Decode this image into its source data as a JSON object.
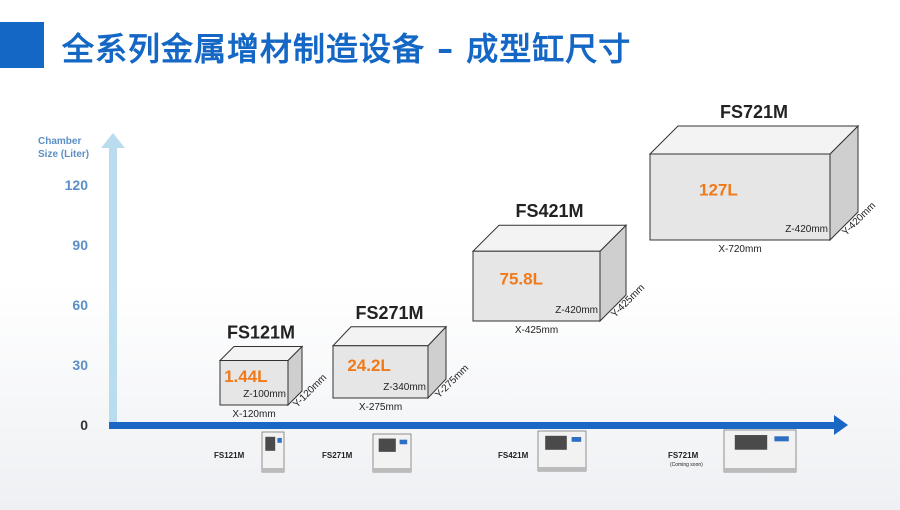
{
  "header": {
    "title": "全系列金属增材制造设备 – 成型缸尺寸"
  },
  "chart_data": {
    "type": "bar",
    "ylabel_lines": [
      "Chamber",
      "Size (Liter)"
    ],
    "yticks": [
      0,
      30,
      60,
      90,
      120
    ],
    "ylim": [
      0,
      135
    ],
    "grid": false,
    "categories": [
      "FS121M",
      "FS271M",
      "FS421M",
      "FS721M"
    ],
    "values": [
      1.44,
      24.2,
      75.8,
      127
    ],
    "value_labels": [
      "1.44L",
      "24.2L",
      "75.8L",
      "127L"
    ],
    "dimensions": [
      {
        "x": "X-120mm",
        "y": "Y-120mm",
        "z": "Z-100mm"
      },
      {
        "x": "X-275mm",
        "y": "Y-275mm",
        "z": "Z-340mm"
      },
      {
        "x": "X-425mm",
        "y": "Y-425mm",
        "z": "Z-420mm"
      },
      {
        "x": "X-720mm",
        "y": "Y-420mm",
        "z": "Z-420mm"
      }
    ],
    "machine_labels": [
      "FS121M",
      "FS271M",
      "FS421M",
      "FS721M"
    ],
    "machine_notes": [
      "",
      "",
      "",
      "(Coming soon)"
    ],
    "colors": {
      "axis": "#1a67c4",
      "axis_up": "#b9dcef",
      "box_front": "#e6e6e6",
      "box_top": "#f3f3f3",
      "box_side": "#cfcfcf",
      "value": "#f07a1a"
    }
  }
}
